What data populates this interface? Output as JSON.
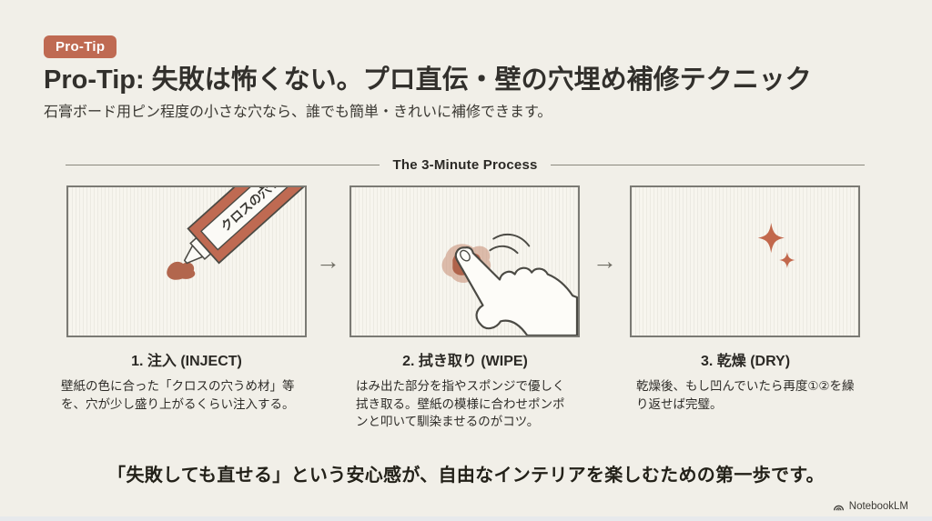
{
  "colors": {
    "background": "#f1efe8",
    "accent_terracotta": "#bf6a52",
    "filler_blob": "#b2664d",
    "sparkle": "#c2684c",
    "panel_border": "#7b7a74",
    "text_dark": "#32302c",
    "bottom_strip": "#e7e9ec"
  },
  "badge": {
    "label": "Pro-Tip"
  },
  "header": {
    "title": "Pro-Tip: 失敗は怖くない。プロ直伝・壁の穴埋め補修テクニック",
    "subtitle": "石膏ボード用ピン程度の小さな穴なら、誰でも簡単・きれいに補修できます。"
  },
  "process": {
    "heading": "The 3-Minute Process",
    "arrow": "→",
    "steps": [
      {
        "title": "1. 注入 (INJECT)",
        "description": "壁紙の色に合った「クロスの穴うめ材」等を、穴が少し盛り上がるくらい注入する。",
        "illustration": "caulk-tube-icon",
        "tube_label": "クロスの穴うめ材"
      },
      {
        "title": "2. 拭き取り (WIPE)",
        "description": "はみ出た部分を指やスポンジで優しく拭き取る。壁紙の模様に合わせポンポンと叩いて馴染ませるのがコツ。",
        "illustration": "wiping-hand-icon"
      },
      {
        "title": "3. 乾燥 (DRY)",
        "description": "乾燥後、もし凹んでいたら再度①②を繰り返せば完璧。",
        "illustration": "sparkle-icon"
      }
    ]
  },
  "footer": {
    "message": "「失敗しても直せる」という安心感が、自由なインテリアを楽しむための第一歩です。",
    "brand": "NotebookLM"
  }
}
